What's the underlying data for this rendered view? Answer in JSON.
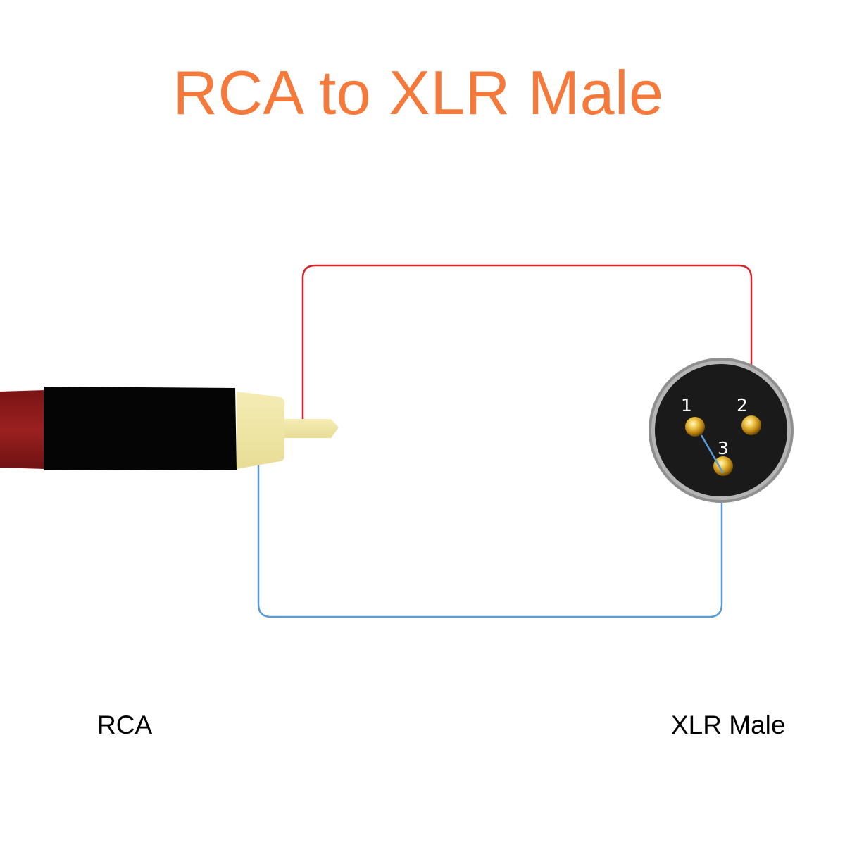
{
  "title": "RCA to XLR Male",
  "labels": {
    "rca": "RCA",
    "xlr": "XLR Male"
  },
  "xlr_pins": [
    {
      "number": "1"
    },
    {
      "number": "2"
    },
    {
      "number": "3"
    }
  ],
  "colors": {
    "title": "#f4793b",
    "signal_wire": "#d7222a",
    "ground_wire": "#5b9bd5",
    "rca_cable": "#8e1c1c",
    "rca_body": "#050505",
    "rca_plug": "#efe6a5",
    "xlr_face": "#1a1a1a",
    "xlr_ring": "#8f8f8f",
    "pin_gold": "#d4a017"
  },
  "wiring": [
    {
      "from": "RCA center pin",
      "to": "XLR pin 2",
      "color": "red"
    },
    {
      "from": "RCA sleeve",
      "to": "XLR pin 3",
      "color": "blue"
    },
    {
      "from": "XLR pin 1",
      "to": "XLR pin 3",
      "color": "blue"
    }
  ]
}
